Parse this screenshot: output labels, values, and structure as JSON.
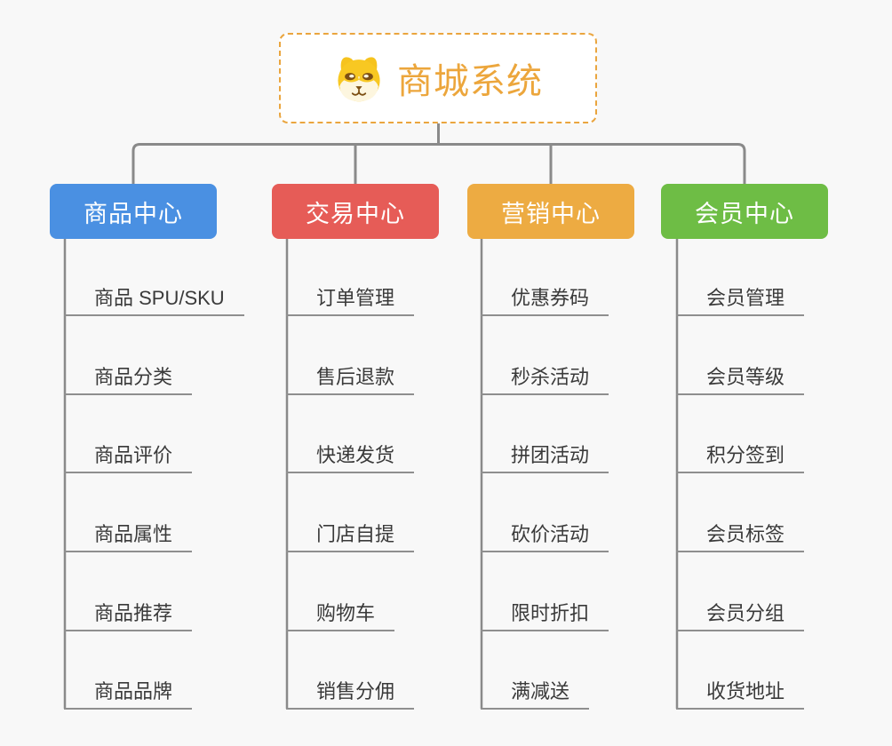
{
  "root": {
    "title": "商城系统",
    "icon": "shiba-dog-icon"
  },
  "branches": [
    {
      "label": "商品中心",
      "color": "#4a90e2",
      "children": [
        "商品 SPU/SKU",
        "商品分类",
        "商品评价",
        "商品属性",
        "商品推荐",
        "商品品牌"
      ]
    },
    {
      "label": "交易中心",
      "color": "#e65c57",
      "children": [
        "订单管理",
        "售后退款",
        "快递发货",
        "门店自提",
        "购物车",
        "销售分佣"
      ]
    },
    {
      "label": "营销中心",
      "color": "#edab42",
      "children": [
        "优惠券码",
        "秒杀活动",
        "拼团活动",
        "砍价活动",
        "限时折扣",
        "满减送"
      ]
    },
    {
      "label": "会员中心",
      "color": "#6ebd45",
      "children": [
        "会员管理",
        "会员等级",
        "积分签到",
        "会员标签",
        "会员分组",
        "收货地址"
      ]
    }
  ],
  "style": {
    "background": "#f8f8f8",
    "connector_color": "#8a8a8a",
    "leaf_line_color": "#8f8f8f",
    "leaf_text_color": "#3a3a3a",
    "root_border_color": "#eaa53e",
    "root_text_color": "#eca63c",
    "branch_text_color": "#ffffff"
  }
}
